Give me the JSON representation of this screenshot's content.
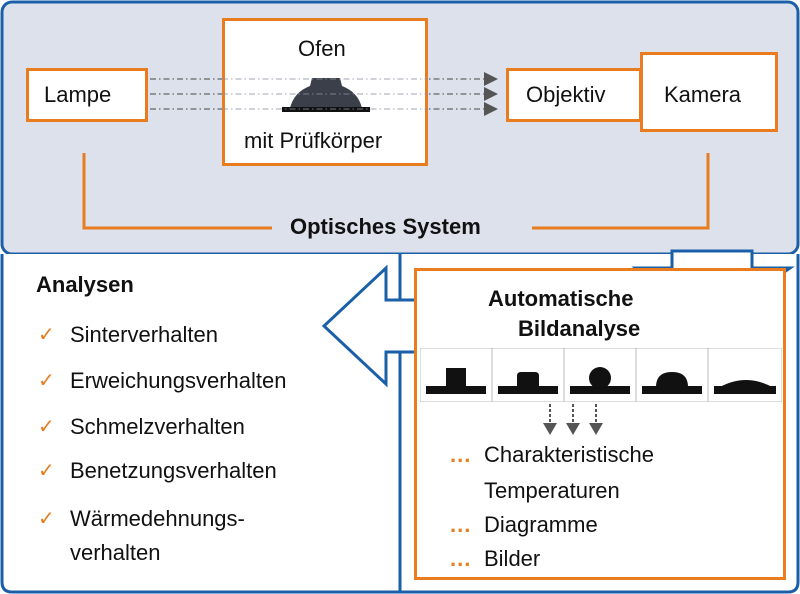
{
  "colors": {
    "frame_blue": "#1a5fa8",
    "panel_fill": "#dde1ec",
    "accent_orange": "#e87c1e",
    "arrow_gray": "#555555",
    "silhouette": "#111111"
  },
  "system": {
    "lamp_label": "Lampe",
    "oven_top_label": "Ofen",
    "oven_bottom_label": "mit Prüfkörper",
    "objective_label": "Objektiv",
    "camera_label": "Kamera",
    "section_title": "Optisches System"
  },
  "analyses": {
    "title": "Analysen",
    "check_symbol": "✓",
    "items": [
      "Sinterverhalten",
      "Erweichungsverhalten",
      "Schmelzverhalten",
      "Benetzungsverhalten",
      "Wärmedehnungs-",
      "verhalten"
    ]
  },
  "image_analysis": {
    "title_line1": "Automatische",
    "title_line2": "Bildanalyse",
    "stages": [
      "rectangle-block",
      "rounded-block",
      "sphere",
      "hemisphere",
      "flattened-dome"
    ],
    "bullet": "...",
    "results": [
      "Charakteristische",
      "Temperaturen",
      "Diagramme",
      "Bilder"
    ]
  }
}
